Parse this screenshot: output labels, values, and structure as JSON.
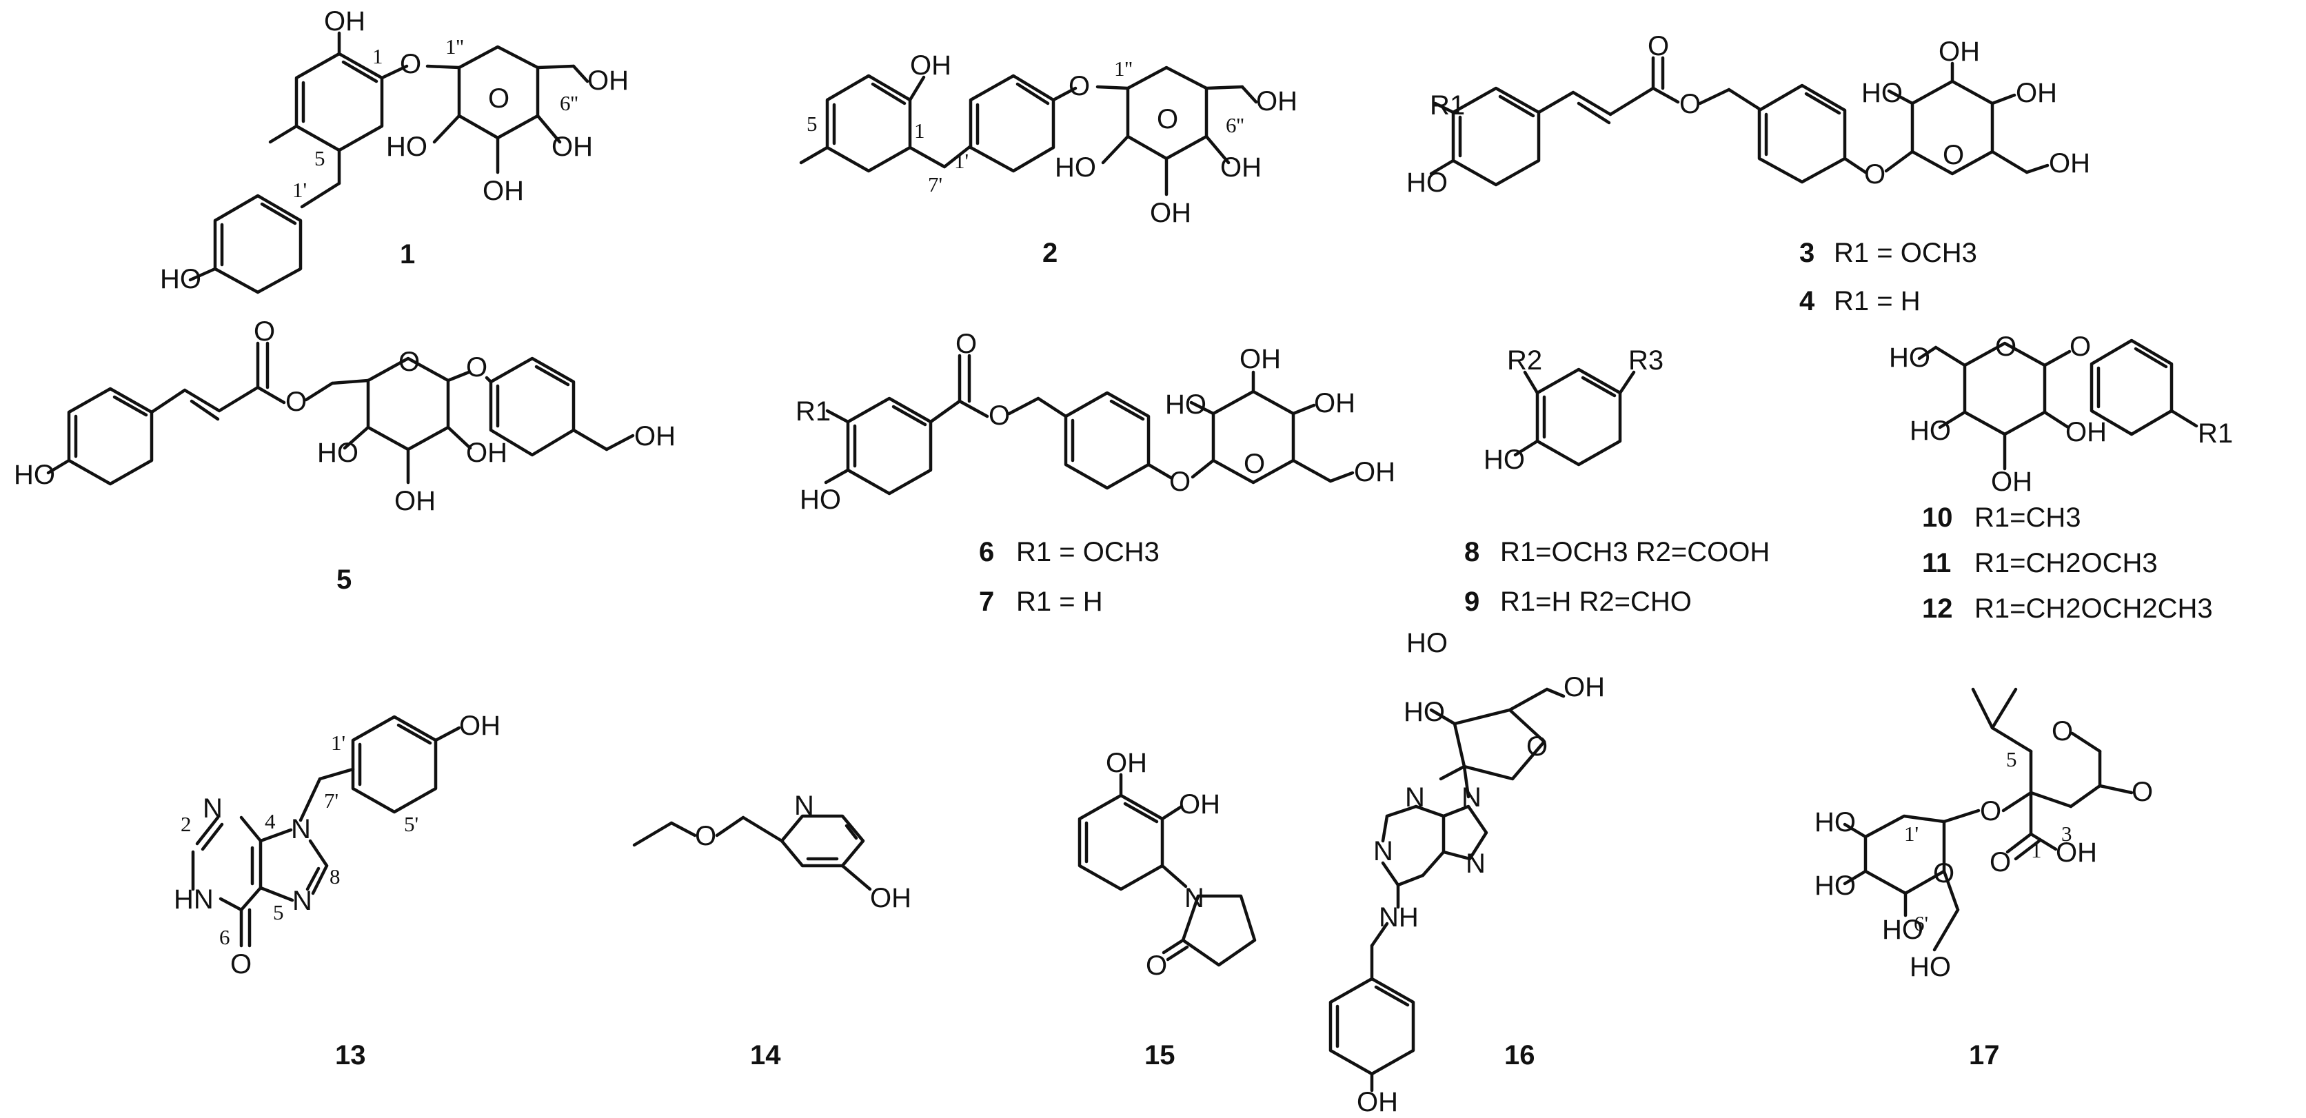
{
  "figure": {
    "compounds": [
      {
        "id": "1"
      },
      {
        "id": "2"
      },
      {
        "id": "3"
      },
      {
        "id": "4"
      },
      {
        "id": "5"
      },
      {
        "id": "6"
      },
      {
        "id": "7"
      },
      {
        "id": "8"
      },
      {
        "id": "9"
      },
      {
        "id": "10"
      },
      {
        "id": "11"
      },
      {
        "id": "12"
      },
      {
        "id": "13"
      },
      {
        "id": "14"
      },
      {
        "id": "15"
      },
      {
        "id": "16"
      },
      {
        "id": "17"
      }
    ],
    "substituents": {
      "c3": "R1 = OCH3",
      "c4": "R1 = H",
      "c6": "R1 = OCH3",
      "c7": "R1 = H",
      "c8": "R1=OCH3 R2=COOH",
      "c9": "R1=H R2=CHO",
      "c10": "R1=CH3",
      "c11": "R1=CH2OCH3",
      "c12": "R1=CH2OCH2CH3"
    },
    "atoms": {
      "oh": "OH",
      "ho": "HO",
      "o": "O",
      "n": "N",
      "nh": "NH",
      "hn": "HN",
      "r1": "R1",
      "r2": "R2",
      "r3": "R3"
    },
    "positions": {
      "p1": "1",
      "p1p": "1'",
      "p1pp": "1''",
      "p2": "2",
      "p3": "3",
      "p4": "4",
      "p5": "5",
      "p5p": "5'",
      "p6": "6",
      "p6p": "6'",
      "p6pp": "6''",
      "p7p": "7'",
      "p8": "8"
    }
  }
}
